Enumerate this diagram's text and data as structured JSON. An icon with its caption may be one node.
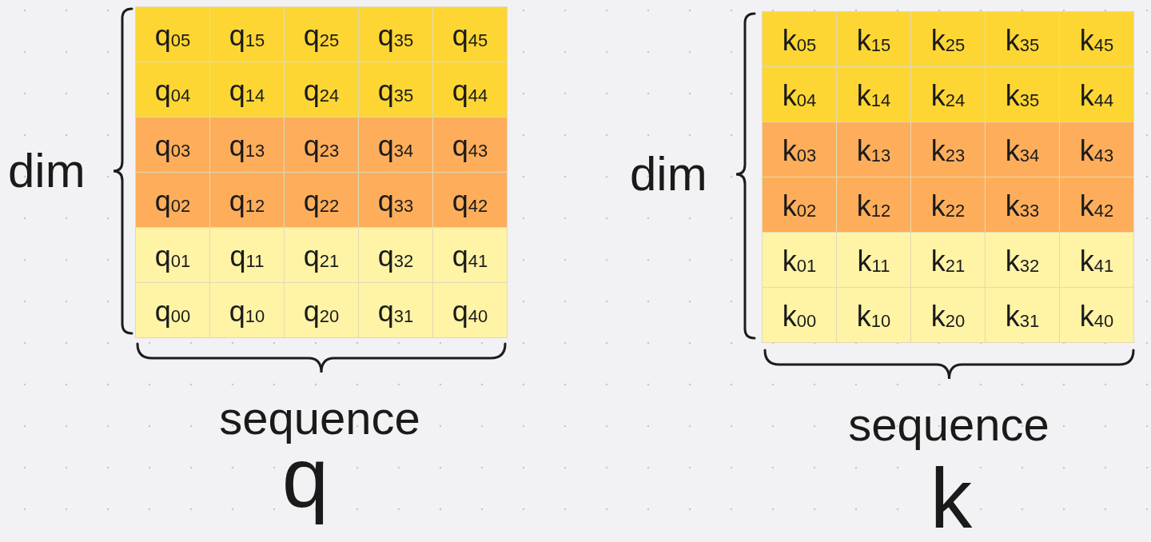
{
  "diagram": {
    "labels": [
      "dim",
      "q$_{05}$",
      "q$_{15}$",
      "q$_{25}$",
      "q$_{35}$",
      "q$_{45}$",
      "q$_{04}$",
      "q$_{14}$",
      "q$_{24}$",
      "q$_{35}$",
      "q$_{44}$",
      "q$_{03}$",
      "q$_{13}$",
      "q$_{23}$",
      "q$_{34}$",
      "q$_{43}$",
      "q$_{02}$",
      "q$_{12}$",
      "q$_{22}$",
      "q$_{33}$",
      "q$_{42}$",
      "q$_{01}$",
      "q$_{11}$",
      "q$_{21}$",
      "q$_{32}$",
      "q$_{41}$",
      "q$_{00}$",
      "q$_{10}$",
      "q$_{20}$",
      "q$_{31}$",
      "q$_{40}$",
      "sequence",
      "q",
      "dim",
      "k$_{05}$",
      "k$_{15}$",
      "k$_{25}$",
      "k$_{35}$",
      "k$_{45}$",
      "k$_{04}$",
      "k$_{14}$",
      "k$_{24}$",
      "k$_{35}$",
      "k$_{44}$",
      "k$_{03}$",
      "k$_{13}$",
      "k$_{23}$",
      "k$_{34}$",
      "k$_{43}$",
      "k$_{02}$",
      "k$_{12}$",
      "k$_{22}$",
      "k$_{33}$",
      "k$_{42}$",
      "k$_{01}$",
      "k$_{11}$",
      "k$_{21}$",
      "k$_{32}$",
      "k$_{41}$",
      "k$_{00}$",
      "k$_{10}$",
      "k$_{20}$",
      "k$_{31}$",
      "k$_{40}$",
      "sequence",
      "k"
    ]
  }
}
